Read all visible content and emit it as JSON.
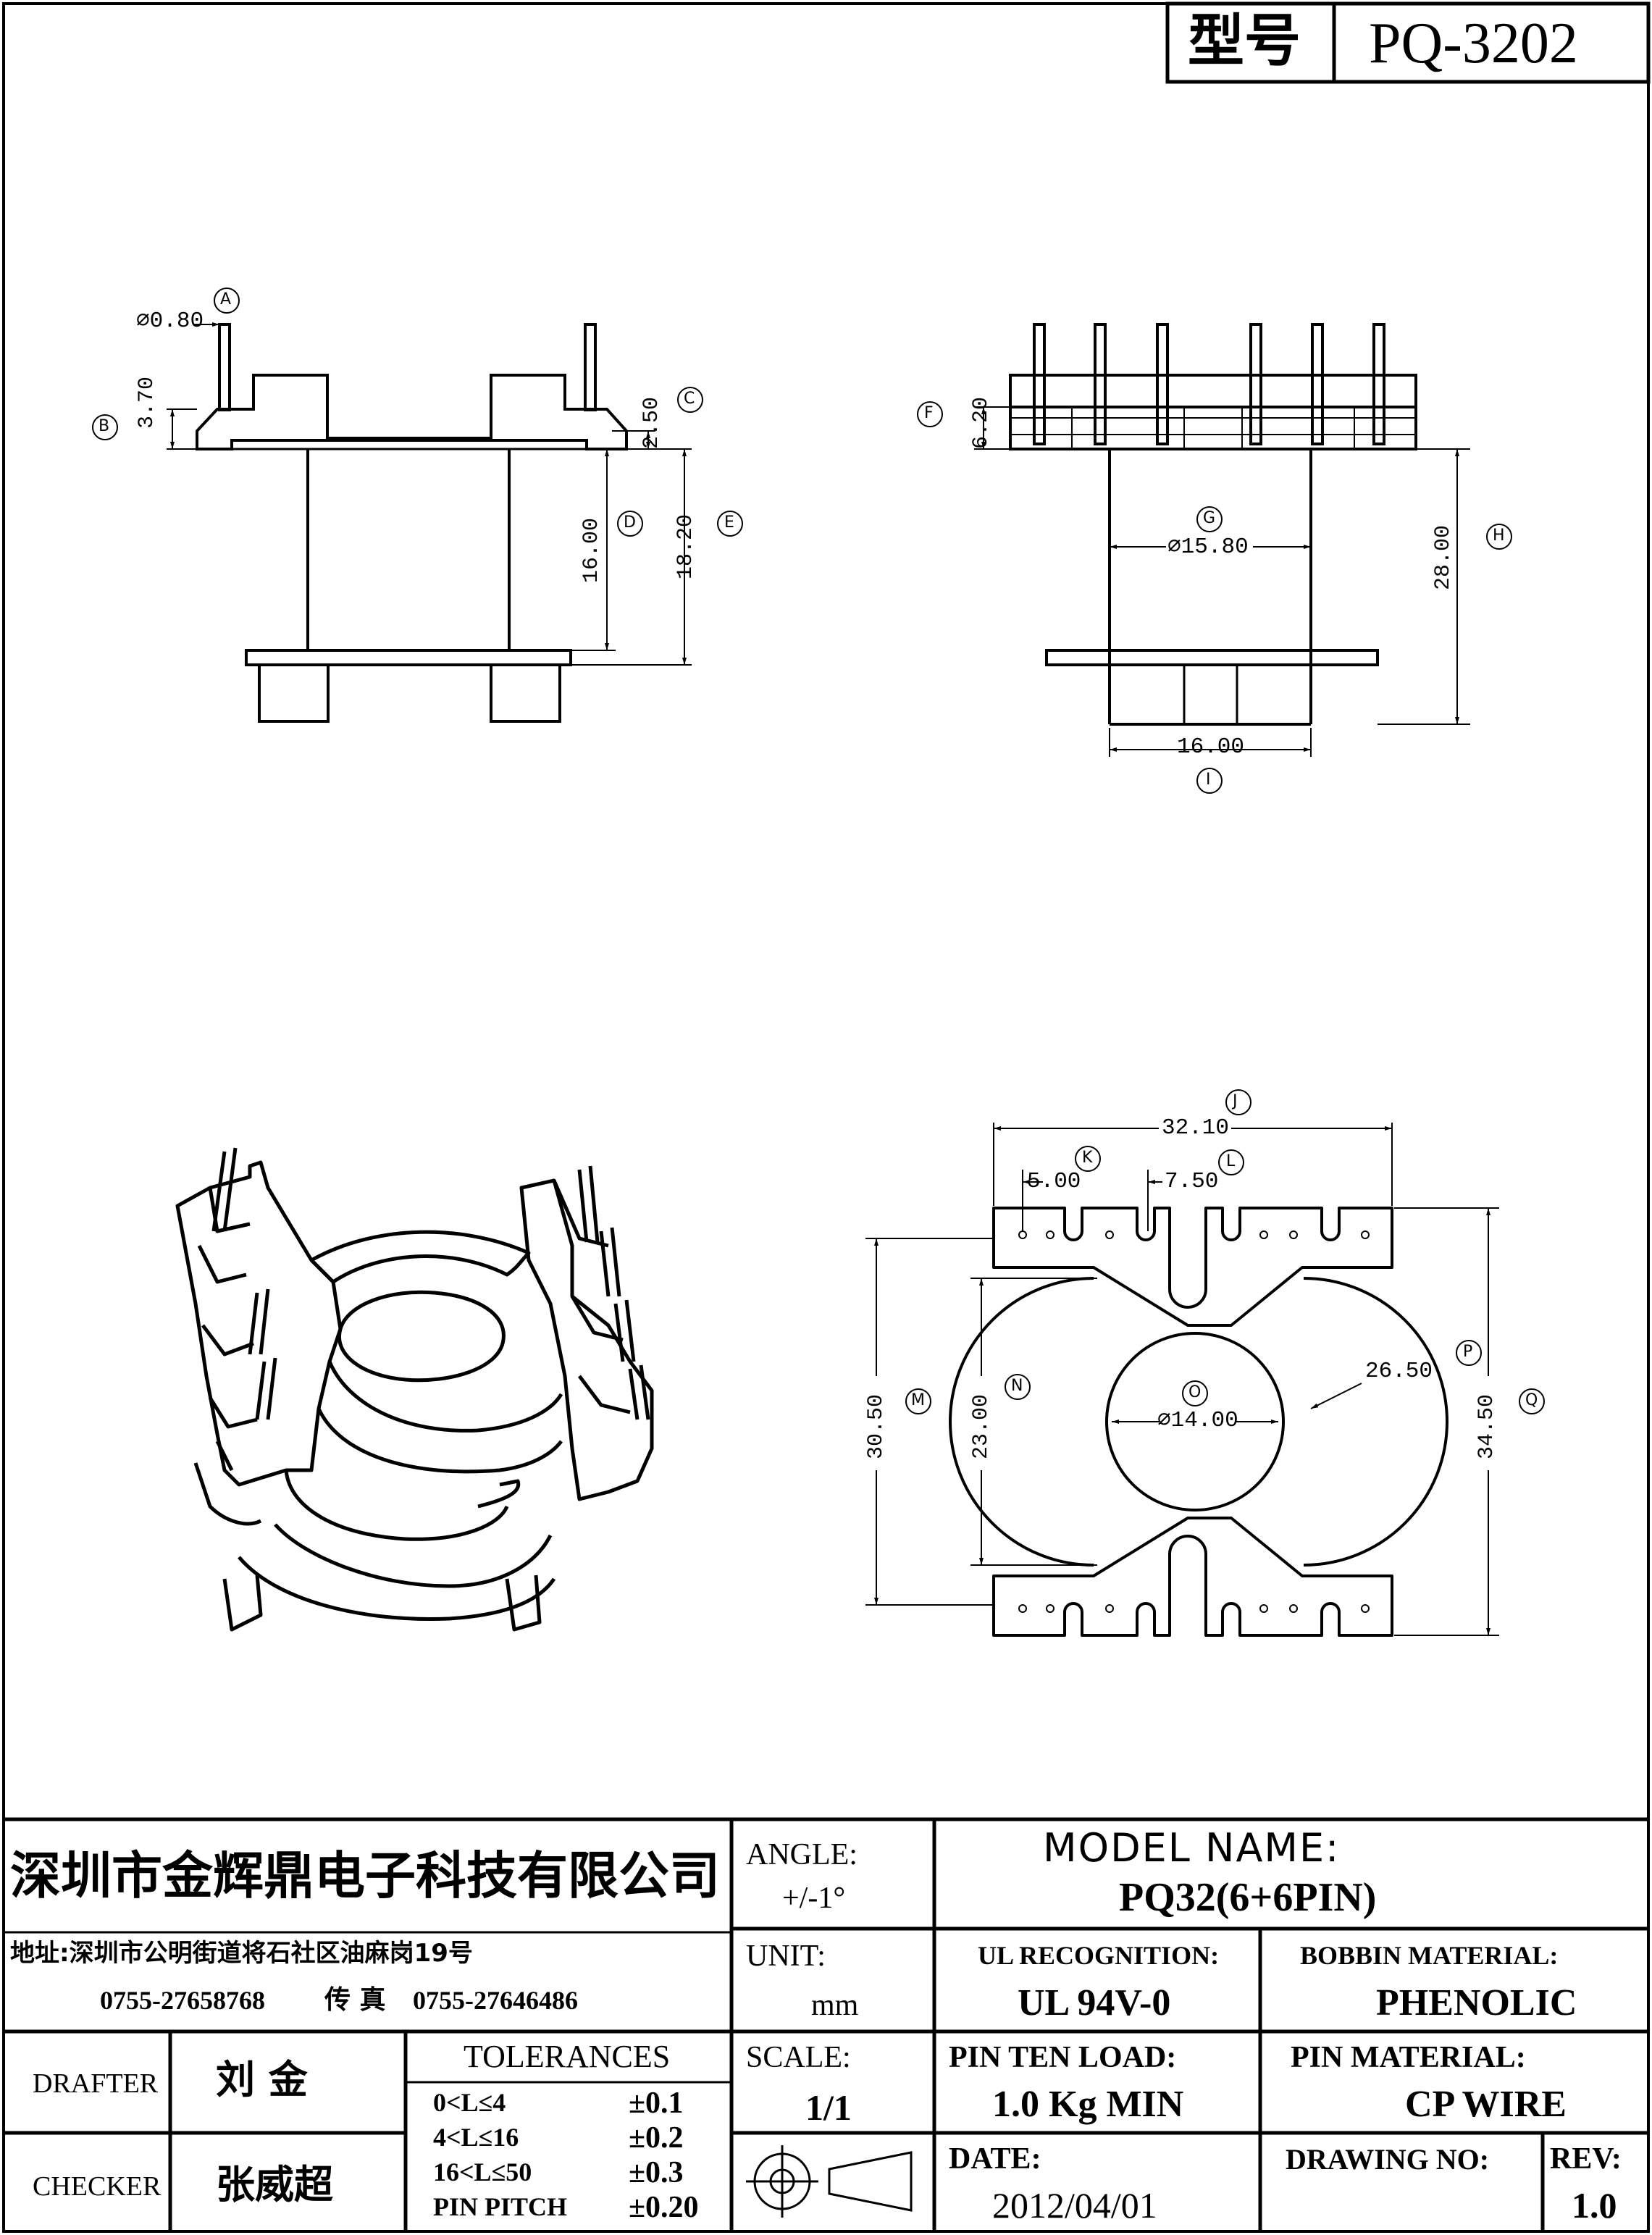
{
  "header": {
    "model_label": "型号",
    "model_value": "PQ-3202"
  },
  "dimensions": {
    "a": "⌀0.80",
    "b": "3.70",
    "c": "2.50",
    "d": "16.00",
    "e": "18.20",
    "f": "6.20",
    "g": "⌀15.80",
    "h": "28.00",
    "i": "16.00",
    "j": "32.10",
    "k": "5.00",
    "l": "7.50",
    "m": "30.50",
    "n": "23.00",
    "o": "⌀14.00",
    "p": "26.50",
    "q": "34.50"
  },
  "markers": {
    "a": "A",
    "b": "B",
    "c": "C",
    "d": "D",
    "e": "E",
    "f": "F",
    "g": "G",
    "h": "H",
    "i": "I",
    "j": "J",
    "k": "K",
    "l": "L",
    "m": "M",
    "n": "N",
    "o": "O",
    "p": "P",
    "q": "Q"
  },
  "title_block": {
    "company": "深圳市金辉鼎电子科技有限公司",
    "address": "地址:深圳市公明街道将石社区油麻岗19号",
    "phone": "0755-27658768",
    "fax_label": "传 真",
    "fax": "0755-27646486",
    "angle_label": "ANGLE:",
    "angle_value": "+/-1°",
    "model_name_label": "MODEL NAME:",
    "model_name_value": "PQ32(6+6PIN)",
    "unit_label": "UNIT:",
    "unit_value": "mm",
    "ul_label": "UL RECOGNITION:",
    "ul_value": "UL 94V-0",
    "bobbin_label": "BOBBIN MATERIAL:",
    "bobbin_value": "PHENOLIC",
    "drafter_label": "DRAFTER",
    "drafter_value": "刘 金",
    "checker_label": "CHECKER",
    "checker_value": "张威超",
    "tolerances_label": "TOLERANCES",
    "tolerances": [
      {
        "range": "0<L≤4",
        "value": "±0.1"
      },
      {
        "range": "4<L≤16",
        "value": "±0.2"
      },
      {
        "range": "16<L≤50",
        "value": "±0.3"
      },
      {
        "range": "PIN PITCH",
        "value": "±0.20"
      }
    ],
    "scale_label": "SCALE:",
    "scale_value": "1/1",
    "pin_load_label": "PIN TEN LOAD:",
    "pin_load_value": "1.0 Kg MIN",
    "pin_material_label": "PIN MATERIAL:",
    "pin_material_value": "CP WIRE",
    "date_label": "DATE:",
    "date_value": "2012/04/01",
    "drawing_no_label": "DRAWING NO:",
    "drawing_no_value": "",
    "rev_label": "REV:",
    "rev_value": "1.0"
  }
}
